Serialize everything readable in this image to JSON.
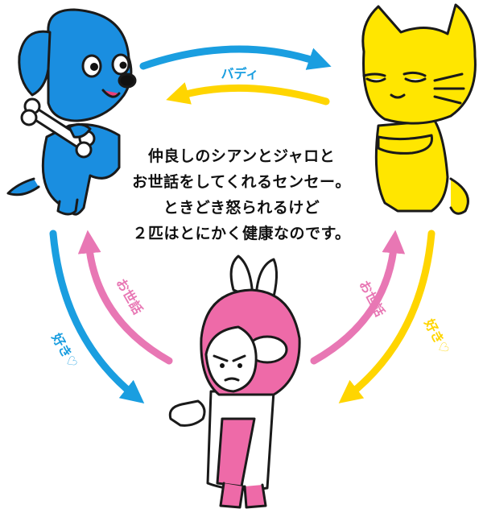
{
  "relation_labels": {
    "top": "バディ",
    "left_outer": "好き♡",
    "left_inner": "お世話",
    "right_inner": "お世話",
    "right_outer": "好き♡"
  },
  "description": {
    "lines": [
      "仲良しのシアンとジャロと",
      "お世話をしてくれるセンセー。",
      "ときどき怒られるけど",
      "２匹はとにかく健康なのです。"
    ]
  },
  "colors": {
    "cyan": "#1a9ee0",
    "yellow": "#ffd500",
    "pink": "#e877b4",
    "dog_blue": "#1a8ee0",
    "cat_yellow": "#ffe600",
    "sensei_pink": "#ee6aa8",
    "outline": "#1a1a1a"
  },
  "characters": {
    "dog": "blue-dog-character",
    "cat": "yellow-cat-character",
    "sensei": "pink-sensei-character"
  }
}
